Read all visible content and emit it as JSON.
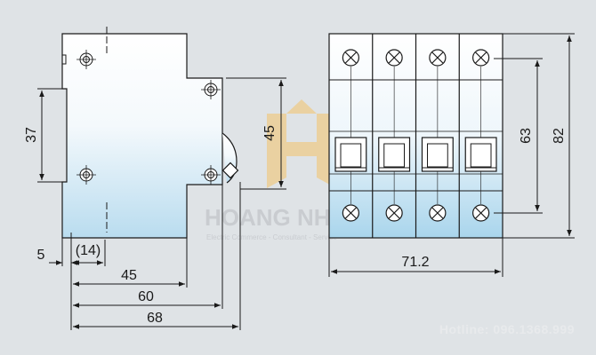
{
  "side_view": {
    "dim_height_37": "37",
    "dim_height_45": "45",
    "dim_offset_5": "5",
    "dim_offset_14": "(14)",
    "dim_width_45": "45",
    "dim_width_60": "60",
    "dim_width_68": "68"
  },
  "front_view": {
    "pole_count": 4,
    "dim_width": "71.2",
    "dim_height_63": "63",
    "dim_height_82": "82"
  },
  "watermark": {
    "brand": "HOANG NHAT",
    "tagline": "Electric Commerce - Consultant - Service",
    "logo_letter": "H"
  },
  "footer": {
    "hotline": "Hotline: 096.1368.999"
  },
  "colors": {
    "background": "#dfe3e6",
    "body_top": "#ffffff",
    "body_bottom": "#b9dcef",
    "line": "#1a1a1a",
    "logo": "#f3c46a"
  }
}
